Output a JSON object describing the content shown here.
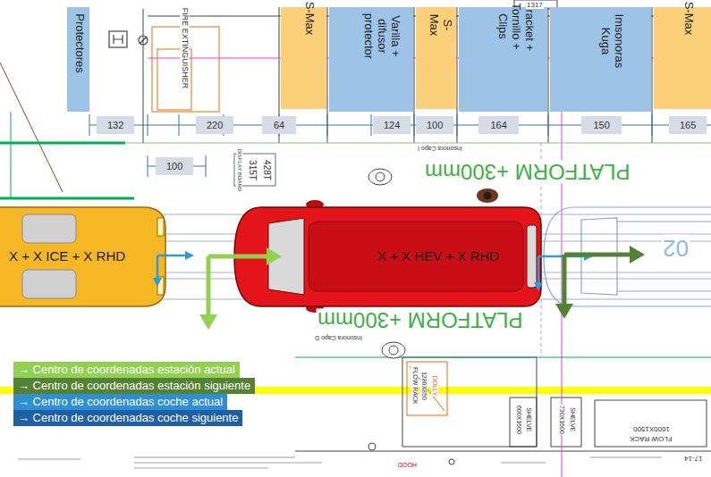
{
  "diagram": {
    "nodes": [
      {
        "text": [
          "Protectores"
        ]
      },
      {
        "text": [
          "S-Max"
        ]
      },
      {
        "text": [
          "Varilla + difusor protector"
        ]
      },
      {
        "text": [
          "S-Max"
        ]
      },
      {
        "text": [
          "Bracket + Tornillo + Clips"
        ]
      },
      {
        "text": [
          "Imsonoras Kuga"
        ]
      },
      {
        "text": [
          "S-Max"
        ]
      },
      {
        "text": [
          "132"
        ]
      },
      {
        "text": [
          "220"
        ]
      },
      {
        "text": [
          "64"
        ]
      },
      {
        "text": [
          "124"
        ]
      },
      {
        "text": [
          "100"
        ]
      },
      {
        "text": [
          "164"
        ]
      },
      {
        "text": [
          "150"
        ]
      },
      {
        "text": [
          "165"
        ]
      },
      {
        "text": [
          "100"
        ]
      }
    ],
    "labels": [
      "1317",
      "FIRE EXTINGUISHER",
      "Insonora Capo I",
      "DISPLAY BOARD",
      "315T",
      "428T",
      "PLATFORM +300mm",
      "X + X ICE + X RHD",
      "X + X HEV + X RHD",
      "02",
      "PLATFORM +300mm",
      "Insonora Capo D",
      "FLOW RACK",
      "1280X850",
      "DOLLY",
      "600X1600",
      "SHELVE",
      "730X1600",
      "SHELVE",
      "FLOW RACK",
      "1600X1500",
      "HOOD",
      "17-14"
    ],
    "legend": [
      {
        "text": "→ Centro de coordenadas estación actual",
        "color": "#92d050"
      },
      {
        "text": "→ Centro de coordenadas estación siguiente",
        "color": "#548235"
      },
      {
        "text": "→ Centro de coordenadas coche actual",
        "color": "#2e8fd3"
      },
      {
        "text": "→ Centro de coordenadas coche siguiente",
        "color": "#1f5fa6"
      }
    ]
  }
}
